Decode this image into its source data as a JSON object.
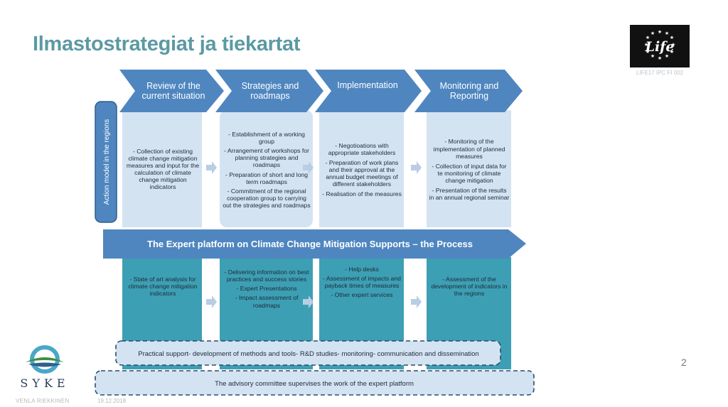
{
  "slide": {
    "title": "Ilmastostrategiat ja tiekartat",
    "life_logo_text": "Life",
    "life_code": "LIFE17 IPC FI 002",
    "page_number": "2",
    "author": "VENLA RIEKKINEN",
    "date": "19.12.2018",
    "syke_text": "SYKE"
  },
  "diagram": {
    "side_label": "Action model in the regions",
    "phases": [
      {
        "header": "Review of the current situation",
        "regional_items": [
          "- Collection of existing climate change mitigation measures and input for the calculation of climate change mitigation indicators"
        ],
        "expert_items": [
          "- State of art analysis for climate change mitigation indicators"
        ]
      },
      {
        "header": "Strategies and roadmaps",
        "regional_items": [
          "- Establishment of a working group",
          "- Arrangement of workshops for planning strategies and roadmaps",
          "- Preparation of short and long term roadmaps",
          "- Commitment of the regional cooperation group to carrying out the strategies and roadmaps"
        ],
        "expert_items": [
          "- Delivering information on best practices and success stories",
          "- Expert Presentations",
          "- Impact assessment of roadmaps"
        ]
      },
      {
        "header": "Implementation",
        "regional_items": [
          "- Negotioations with appropriate stakeholders",
          "- Preparation of work plans and their approval at the annual budget meetings of different stakeholders",
          "- Realisation of the measures"
        ],
        "expert_items": [
          "- Help desks",
          "- Assessment of impacts and payback times of measures",
          "- Other expert services"
        ]
      },
      {
        "header": "Monitoring and Reporting",
        "regional_items": [
          "- Monitoring of the implementation of planned measures",
          "- Collection of input data for te monitoring of climate change mitigation",
          "- Presentation of the results in an annual regional seminar"
        ],
        "expert_items": [
          "- Assessment of the development of indicators in the regions"
        ]
      }
    ],
    "process_banner": "The Expert platform on Climate Change Mitigation Supports – the Process",
    "practical_support": "Practical support- development of methods and tools- R&D studies- monitoring- communication and dissemination",
    "advisory": "The advisory committee supervises the work of the expert platform"
  }
}
